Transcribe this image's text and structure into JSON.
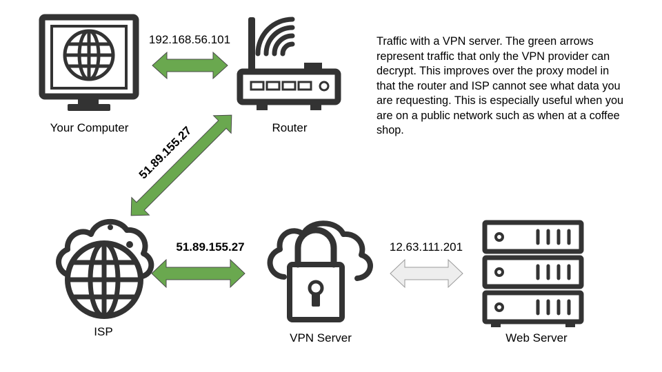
{
  "nodes": {
    "computer": {
      "label": "Your Computer",
      "icon": "monitor-globe-icon"
    },
    "router": {
      "label": "Router",
      "icon": "wifi-router-icon"
    },
    "isp": {
      "label": "ISP",
      "icon": "cloud-globe-icon"
    },
    "vpn": {
      "label": "VPN Server",
      "icon": "cloud-lock-icon"
    },
    "web": {
      "label": "Web Server",
      "icon": "server-rack-icon"
    }
  },
  "links": {
    "computer_router": {
      "ip": "192.168.56.101",
      "color": "#6aa84f"
    },
    "router_isp": {
      "ip": "51.89.155.27",
      "color": "#6aa84f"
    },
    "isp_vpn": {
      "ip": "51.89.155.27",
      "color": "#6aa84f"
    },
    "vpn_web": {
      "ip": "12.63.111.201",
      "color": "#eeeeee"
    }
  },
  "description": "Traffic with a VPN server. The green arrows represent traffic that only the VPN provider can decrypt. This improves over the proxy model in that the router and ISP cannot see what data you are requesting. This is especially useful when you are on a public network such as when at a coffee shop."
}
